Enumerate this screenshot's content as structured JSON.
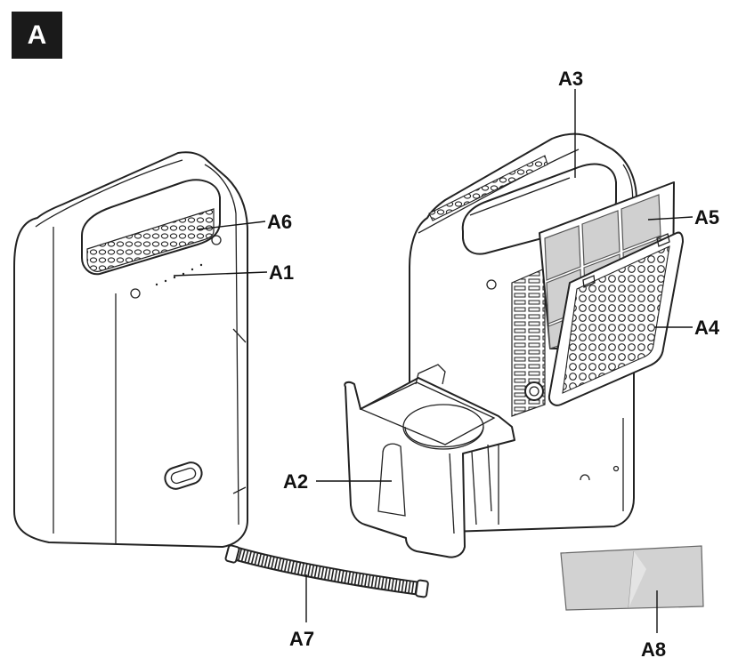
{
  "figure_tag": "A",
  "labels": {
    "a1": "A1",
    "a2": "A2",
    "a3": "A3",
    "a4": "A4",
    "a5": "A5",
    "a6": "A6",
    "a7": "A7",
    "a8": "A8"
  },
  "colors": {
    "ink": "#111111",
    "badge_bg": "#1a1a1a",
    "filter_grey": "#d0d0d0"
  }
}
